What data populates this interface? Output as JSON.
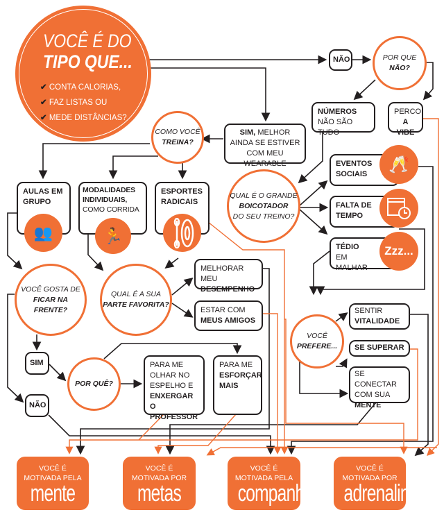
{
  "start": {
    "title_line1": "VOCÊ É DO",
    "title_line2": "TIPO QUE...",
    "checks": [
      "CONTA CALORIAS,",
      "FAZ LISTAS OU",
      "MEDE DISTÂNCIAS?"
    ]
  },
  "answers_start": {
    "nao": "NÃO",
    "sim_bold": "SIM,",
    "sim_rest": "MELHOR AINDA SE ESTIVER COM MEU WEARABLE"
  },
  "por_que_nao": {
    "line1": "POR QUE",
    "line2": "NÃO?"
  },
  "nao_options": {
    "numeros_bold": "NÚMEROS",
    "numeros_rest": "NÃO SÃO TUDO",
    "perco_line1": "PERCO",
    "perco_bold": "A VIBE"
  },
  "boicotador": {
    "line1": "QUAL É O GRANDE",
    "line2": "BOICOTADOR",
    "line3": "DO SEU TREINO?"
  },
  "boicotador_options": [
    {
      "bold": "EVENTOS SOCIAIS",
      "rest": "",
      "icon": "toast-glasses-icon"
    },
    {
      "bold": "FALTA DE TEMPO",
      "rest": "",
      "icon": "calendar-clock-icon"
    },
    {
      "bold": "TÉDIO",
      "rest": "EM MALHAR",
      "icon": "zzz-icon",
      "icon_text": "Zzz..."
    }
  ],
  "como_treina": {
    "line1": "COMO VOCÊ",
    "line2": "TREINA?"
  },
  "treino_options": [
    {
      "bold": "AULAS EM GRUPO",
      "rest": "",
      "icon": "group-people-icon"
    },
    {
      "bold": "MODALIDADES INDIVIDUAIS,",
      "rest": "COMO CORRIDA",
      "icon": "runner-icon"
    },
    {
      "bold": "ESPORTES RADICAIS",
      "rest": "",
      "icon": "kayak-paddle-icon"
    }
  ],
  "ficar_frente": {
    "line1": "VOCÊ GOSTA DE",
    "line2": "FICAR NA",
    "line3": "FRENTE?"
  },
  "ficar_answers": {
    "sim": "SIM",
    "nao": "NÃO"
  },
  "parte_favorita": {
    "line1": "QUAL É A SUA",
    "line2": "PARTE FAVORITA?"
  },
  "parte_options": [
    {
      "rest": "MELHORAR MEU",
      "bold": "DESEMPENHO"
    },
    {
      "rest": "ESTAR COM",
      "bold": "MEUS AMIGOS"
    }
  ],
  "por_que": {
    "label": "POR QUÊ?"
  },
  "por_que_options": [
    {
      "rest": "PARA ME OLHAR NO ESPELHO E",
      "bold": "ENXERGAR O PROFESSOR"
    },
    {
      "rest": "PARA ME",
      "bold": "ESFORÇAR MAIS"
    }
  ],
  "prefere": {
    "line1": "VOCÊ",
    "line2": "PREFERE..."
  },
  "prefere_options": [
    {
      "rest": "SENTIR",
      "bold": "VITALIDADE"
    },
    {
      "rest": "",
      "bold": "SE SUPERAR"
    },
    {
      "rest": "SE CONECTAR COM SUA",
      "bold": "MENTE"
    }
  ],
  "results": [
    {
      "line1": "VOCÊ É",
      "line2": "MOTIVADA PELA",
      "big": "mente"
    },
    {
      "line1": "VOCÊ É",
      "line2": "MOTIVADA POR",
      "big": "metas"
    },
    {
      "line1": "VOCÊ É",
      "line2": "MOTIVADA PELA",
      "big": "companhia"
    },
    {
      "line1": "VOCÊ É",
      "line2": "MOTIVADA POR",
      "big": "adrenalina"
    }
  ],
  "colors": {
    "accent": "#f07035",
    "ink": "#231f20"
  }
}
